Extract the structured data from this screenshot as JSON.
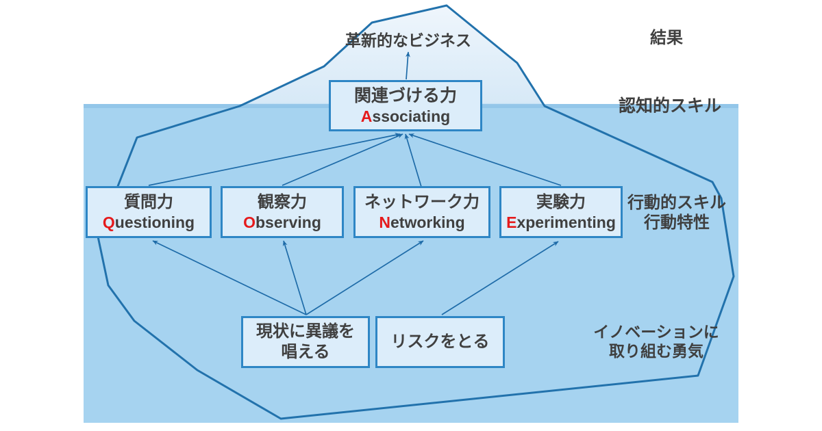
{
  "labels": {
    "peak": "革新的なビジネス",
    "result": "結果",
    "cognitive": "認知的スキル",
    "behavioral_line1": "行動的スキル",
    "behavioral_line2": "行動特性",
    "courage_line1": "イノベーションに",
    "courage_line2": "取り組む勇気"
  },
  "boxes": {
    "associating": {
      "jp": "関連づける力",
      "en_initial": "A",
      "en_rest": "ssociating"
    },
    "questioning": {
      "jp": "質問力",
      "en_initial": "Q",
      "en_rest": "uestioning"
    },
    "observing": {
      "jp": "観察力",
      "en_initial": "O",
      "en_rest": "bserving"
    },
    "networking": {
      "jp": "ネットワーク力",
      "en_initial": "N",
      "en_rest": "etworking"
    },
    "experimenting": {
      "jp": "実験力",
      "en_initial": "E",
      "en_rest": "xperimenting"
    },
    "challenge": {
      "line1": "現状に異議を",
      "line2": "唱える"
    },
    "risk": {
      "line1": "リスクをとる"
    }
  },
  "colors": {
    "water": "#A6D3F0",
    "waterline_strip": "#8FC3E8",
    "iceberg_above_top": "#EFF6FC",
    "iceberg_above_bottom": "#D7E9F7",
    "iceberg_outline": "#2272AC",
    "box_fill": "#DCEDFA",
    "box_border": "#2E86C5",
    "arrow": "#1E6BA8",
    "text": "#404040",
    "accent_red": "#E51A1C",
    "background": "#FFFFFF"
  }
}
